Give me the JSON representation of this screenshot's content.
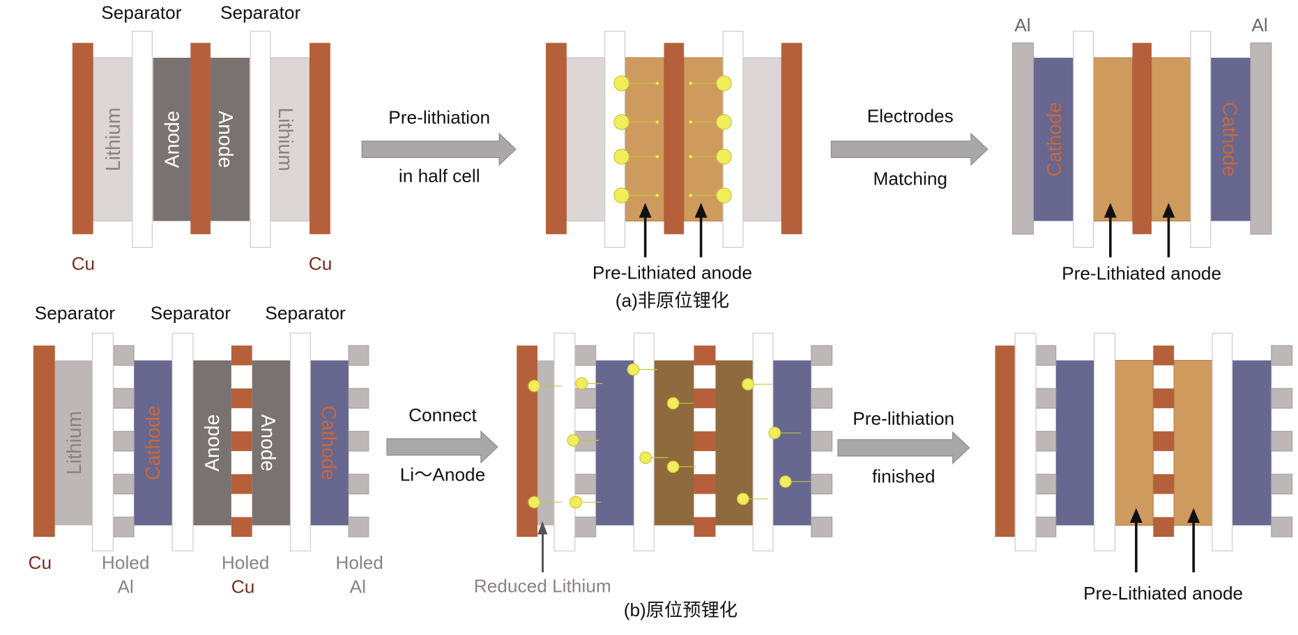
{
  "colors": {
    "copper": "#b5603a",
    "copper_text": "#7a2a1c",
    "lithium": "#dcd6d6",
    "lithium_dark": "#bdb7b7",
    "anode": "#7a7270",
    "prelithiated_anode": "#cf9a5e",
    "prelith_anode_dark": "#8e6a3e",
    "cathode": "#676790",
    "cathode_text": "#c8673a",
    "aluminum": "#bdb7b7",
    "aluminum_text": "#6e6565",
    "separator": "#ffffff",
    "li_ion": "#f0ee5a",
    "arrow": "#a9a7a7"
  },
  "panel_a": {
    "caption": "(a)非原位锂化",
    "step1": {
      "separator_labels": [
        "Separator",
        "Separator"
      ],
      "layers": [
        "Lithium",
        "Anode",
        "Anode",
        "Lithium"
      ],
      "current_collector_labels": [
        "Cu",
        "Cu"
      ]
    },
    "arrow1": {
      "top": "Pre-lithiation",
      "bottom": "in half cell"
    },
    "step2": {
      "label": "Pre-Lithiated anode"
    },
    "arrow2": {
      "top": "Electrodes",
      "bottom": "Matching"
    },
    "step3": {
      "collector_labels": [
        "Al",
        "Al"
      ],
      "layers": [
        "Cathode",
        "Cathode"
      ],
      "label": "Pre-Lithiated anode"
    }
  },
  "panel_b": {
    "caption": "(b)原位预锂化",
    "step1": {
      "separator_labels": [
        "Separator",
        "Separator",
        "Separator"
      ],
      "layers": [
        "Lithium",
        "Cathode",
        "Anode",
        "Anode",
        "Cathode"
      ],
      "collector_labels": [
        {
          "line1": "Cu",
          "line2": ""
        },
        {
          "line1": "Holed",
          "line2": "Al"
        },
        {
          "line1": "Holed",
          "line2": "Cu"
        },
        {
          "line1": "Holed",
          "line2": "Al"
        }
      ]
    },
    "arrow1": {
      "top": "Connect",
      "bottom": "Li～Anode"
    },
    "step2": {
      "label": "Reduced Lithium"
    },
    "arrow2": {
      "top": "Pre-lithiation",
      "bottom": "finished"
    },
    "step3": {
      "label": "Pre-Lithiated anode"
    }
  }
}
